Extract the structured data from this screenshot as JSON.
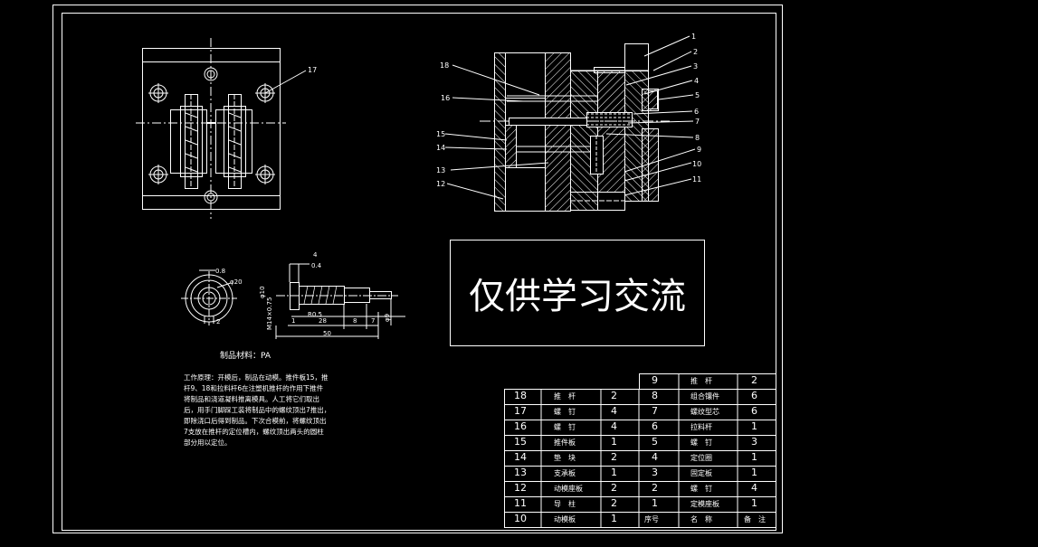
{
  "watermark": "仅供学习交流",
  "material_label": "制品材料：PA",
  "work_notes": [
    "工作原理：开模后，制品在动模。推件板15，推",
    "杆9、18和拉料杆6在注塑机推杆的作用下推件",
    "将制品和浇道凝料推离模具。人工将它们取出",
    "后，用手门脚踩工装将制品中的螺纹顶出7推出，",
    "即除浇口后得到制品。下次合模前，将螺纹顶出",
    "7支放在推杆的定位槽内，螺纹顶出两头的圆柱",
    "部分用以定位。"
  ],
  "plan_view_label": "17",
  "section_left_labels": [
    "18",
    "16",
    "15",
    "14",
    "13",
    "12"
  ],
  "section_right_labels": [
    "1",
    "2",
    "3",
    "4",
    "5",
    "6",
    "7",
    "8",
    "9",
    "10",
    "11"
  ],
  "part_dims": {
    "d08": "0.8",
    "d20": "φ20",
    "d2": "2",
    "d4": "4",
    "d04": "0.4",
    "d10": "φ10",
    "d14": "M14×0.75",
    "d1": "1",
    "dR": "R0.5",
    "d28": "28",
    "d8": "8",
    "d7": "7",
    "d50": "50",
    "d9": "φ9"
  },
  "bom_left": [
    {
      "no": "18",
      "name": "推　杆",
      "qty": "2"
    },
    {
      "no": "17",
      "name": "螺　钉",
      "qty": "4"
    },
    {
      "no": "16",
      "name": "螺　钉",
      "qty": "4"
    },
    {
      "no": "15",
      "name": "推件板",
      "qty": "1"
    },
    {
      "no": "14",
      "name": "垫　块",
      "qty": "2"
    },
    {
      "no": "13",
      "name": "支承板",
      "qty": "1"
    },
    {
      "no": "12",
      "name": "动模座板",
      "qty": "2"
    },
    {
      "no": "11",
      "name": "导　柱",
      "qty": "2"
    },
    {
      "no": "10",
      "name": "动模板",
      "qty": "1"
    }
  ],
  "bom_right": [
    {
      "no": "9",
      "name": "推　杆",
      "qty": "2"
    },
    {
      "no": "8",
      "name": "组合镶件",
      "qty": "6"
    },
    {
      "no": "7",
      "name": "螺纹型芯",
      "qty": "6"
    },
    {
      "no": "6",
      "name": "拉料杆",
      "qty": "1"
    },
    {
      "no": "5",
      "name": "螺　钉",
      "qty": "3"
    },
    {
      "no": "4",
      "name": "定位圈",
      "qty": "1"
    },
    {
      "no": "3",
      "name": "固定板",
      "qty": "1"
    },
    {
      "no": "2",
      "name": "螺　钉",
      "qty": "4"
    },
    {
      "no": "1",
      "name": "定模座板",
      "qty": "1"
    }
  ],
  "bom_header": {
    "no": "序号",
    "name": "名　称",
    "note": "备　注"
  }
}
